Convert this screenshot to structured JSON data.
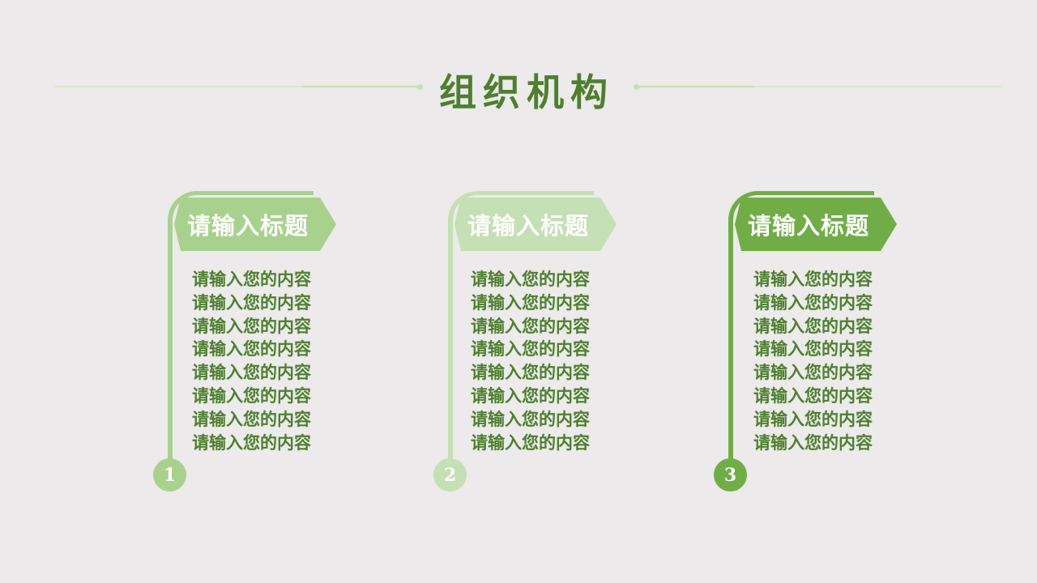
{
  "slide": {
    "title": "组织机构",
    "colors": {
      "background": "#ECEAEB",
      "title": "#4E7F2E",
      "title_line_faint": "#D6E6CC",
      "title_line_strong": "#C3DFB0",
      "content_text": "#4E7F2E"
    },
    "columns": [
      {
        "number": "1",
        "heading": "请输入标题",
        "color": "#A9D18E",
        "items": [
          "请输入您的内容",
          "请输入您的内容",
          "请输入您的内容",
          "请输入您的内容",
          "请输入您的内容",
          "请输入您的内容",
          "请输入您的内容",
          "请输入您的内容"
        ]
      },
      {
        "number": "2",
        "heading": "请输入标题",
        "color": "#C5E0B4",
        "items": [
          "请输入您的内容",
          "请输入您的内容",
          "请输入您的内容",
          "请输入您的内容",
          "请输入您的内容",
          "请输入您的内容",
          "请输入您的内容",
          "请输入您的内容"
        ]
      },
      {
        "number": "3",
        "heading": "请输入标题",
        "color": "#70AD47",
        "items": [
          "请输入您的内容",
          "请输入您的内容",
          "请输入您的内容",
          "请输入您的内容",
          "请输入您的内容",
          "请输入您的内容",
          "请输入您的内容",
          "请输入您的内容"
        ]
      }
    ]
  }
}
